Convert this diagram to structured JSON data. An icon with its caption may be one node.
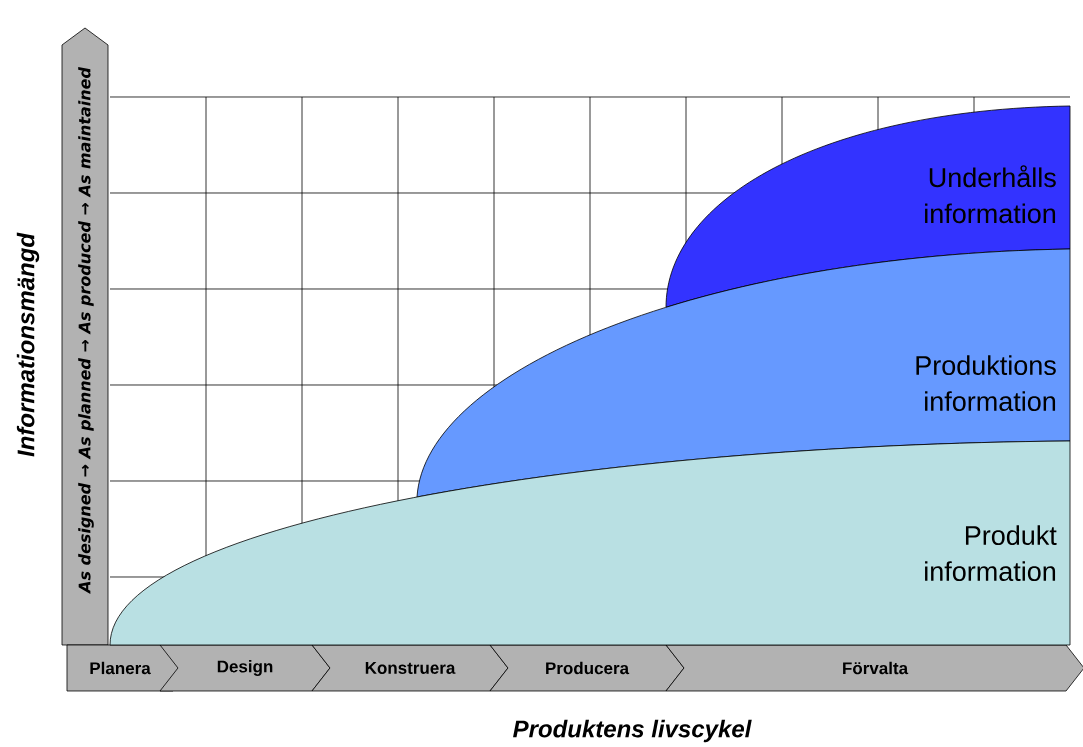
{
  "diagram": {
    "nodes": [
      {
        "text": [
          "As designed → As planned → As produced → As maintained"
        ]
      },
      {
        "text": [
          "Planera"
        ]
      },
      {
        "text": [
          "Design"
        ]
      },
      {
        "text": [
          "Konstruera"
        ]
      },
      {
        "text": [
          "Producera"
        ]
      },
      {
        "text": [
          "Förvalta"
        ]
      },
      {
        "text": [
          "Underhålls information"
        ]
      },
      {
        "text": [
          "Produktions information"
        ]
      },
      {
        "text": [
          "Produkt information"
        ]
      }
    ],
    "labels": [
      "Informationsmängd",
      "Produktens livscykel"
    ]
  }
}
